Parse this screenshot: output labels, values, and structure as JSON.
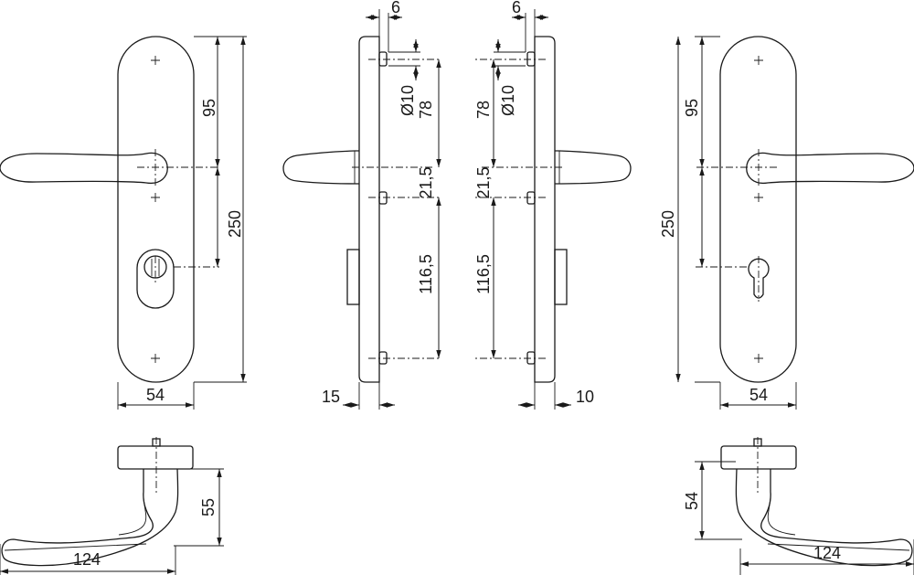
{
  "colors": {
    "line": "#1a1a1a",
    "background": "#ffffff"
  },
  "left": {
    "front": {
      "handle_to_top": "95",
      "total_height": "250",
      "width": "54"
    },
    "side": {
      "pin_offset": "6",
      "pin_diameter": "Ø10",
      "top_to_handle": "78",
      "handle_to_pin": "21,5",
      "pin_to_bottom": "116,5",
      "thickness": "15"
    },
    "top": {
      "height": "55",
      "length": "124"
    }
  },
  "right": {
    "front": {
      "handle_to_top": "95",
      "total_height": "250",
      "width": "54"
    },
    "side": {
      "pin_offset": "6",
      "pin_diameter": "Ø10",
      "top_to_handle": "78",
      "handle_to_pin": "21,5",
      "pin_to_bottom": "116,5",
      "thickness": "10"
    },
    "top": {
      "height": "54",
      "length": "124"
    }
  }
}
